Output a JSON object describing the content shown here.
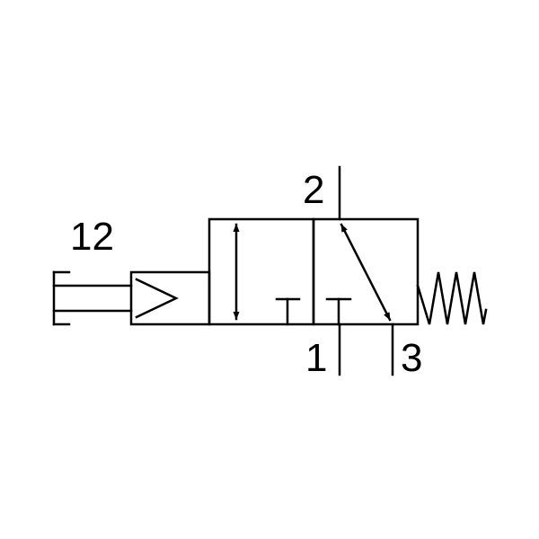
{
  "diagram": {
    "ports": {
      "pilot": "12",
      "outlet": "2",
      "inlet": "1",
      "exhaust": "3"
    },
    "colors": {
      "stroke": "#000000",
      "background": "#ffffff"
    },
    "icons": {
      "actuator": "pilot-actuator-icon",
      "return": "spring-return-icon"
    }
  }
}
